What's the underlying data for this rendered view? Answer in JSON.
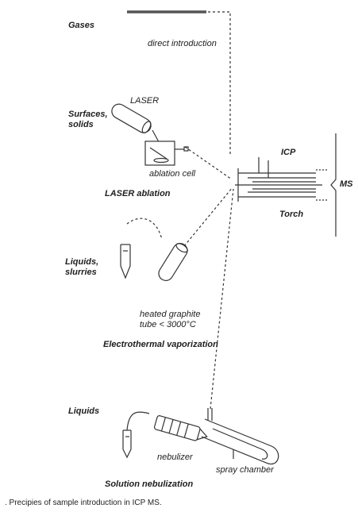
{
  "labels": {
    "gases": "Gases",
    "direct_introduction": "direct introduction",
    "laser": "LASER",
    "surfaces_solids": "Surfaces, solids",
    "ablation_cell": "ablation cell",
    "laser_ablation": "LASER ablation",
    "icp": "ICP",
    "torch": "Torch",
    "ms": "MS",
    "liquids_slurries": "Liquids, slurries",
    "heated_graphite_tube": "heated graphite tube < 3000°C",
    "electrothermal_vaporization": "Electrothermal vaporization",
    "liquids": "Liquids",
    "nebulizer": "nebulizer",
    "spray_chamber": "spray chamber",
    "solution_nebulization": "Solution nebulization"
  },
  "caption": ". Precipies of sample introduction in ICP MS."
}
